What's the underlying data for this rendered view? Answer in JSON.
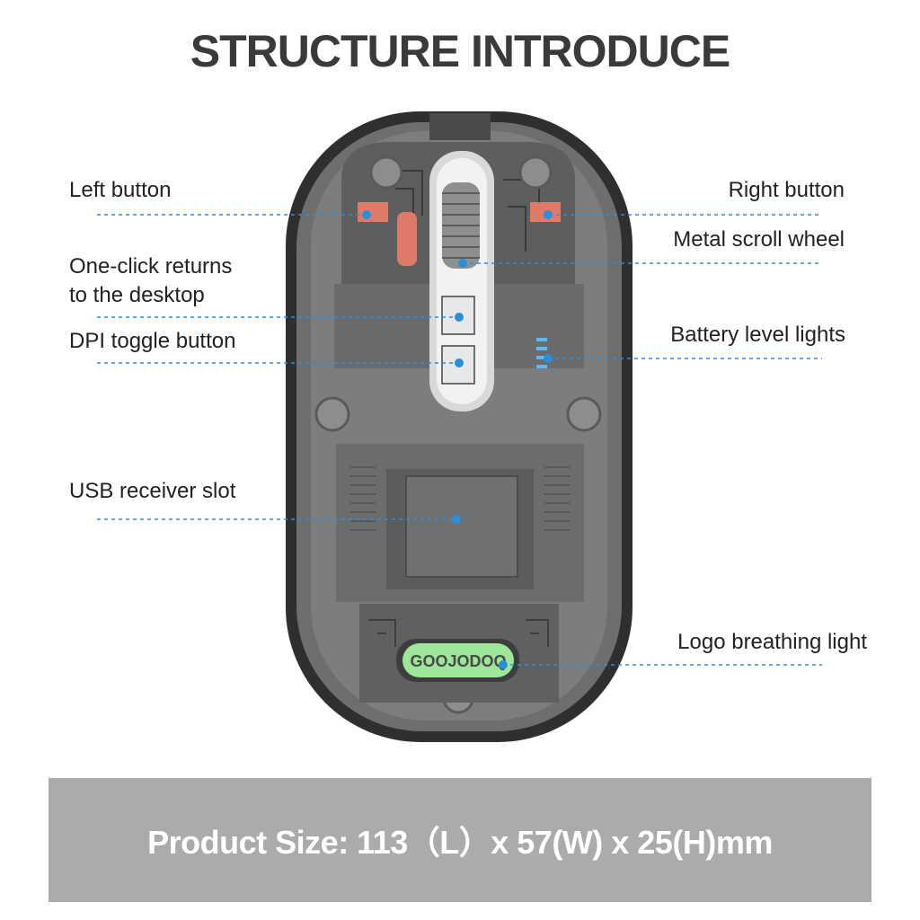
{
  "title": "STRUCTURE INTRODUCE",
  "labels": {
    "left_button": "Left button",
    "right_button": "Right button",
    "metal_scroll_wheel": "Metal scroll wheel",
    "one_click_line1": "One-click returns",
    "one_click_line2": "to the desktop",
    "battery_level_lights": "Battery level lights",
    "dpi_toggle_button": "DPI toggle button",
    "usb_receiver_slot": "USB receiver slot",
    "logo_breathing_light": "Logo breathing light"
  },
  "logo_text": "GOOJODOQ",
  "footer": {
    "product_size": "Product Size: 113（L）x 57(W) x 25(H)mm"
  },
  "colors": {
    "leader_line": "#2a8fd8",
    "dot": "#2a8fd8",
    "footer_bg": "#ababab",
    "logo_green": "#9fe59a"
  }
}
